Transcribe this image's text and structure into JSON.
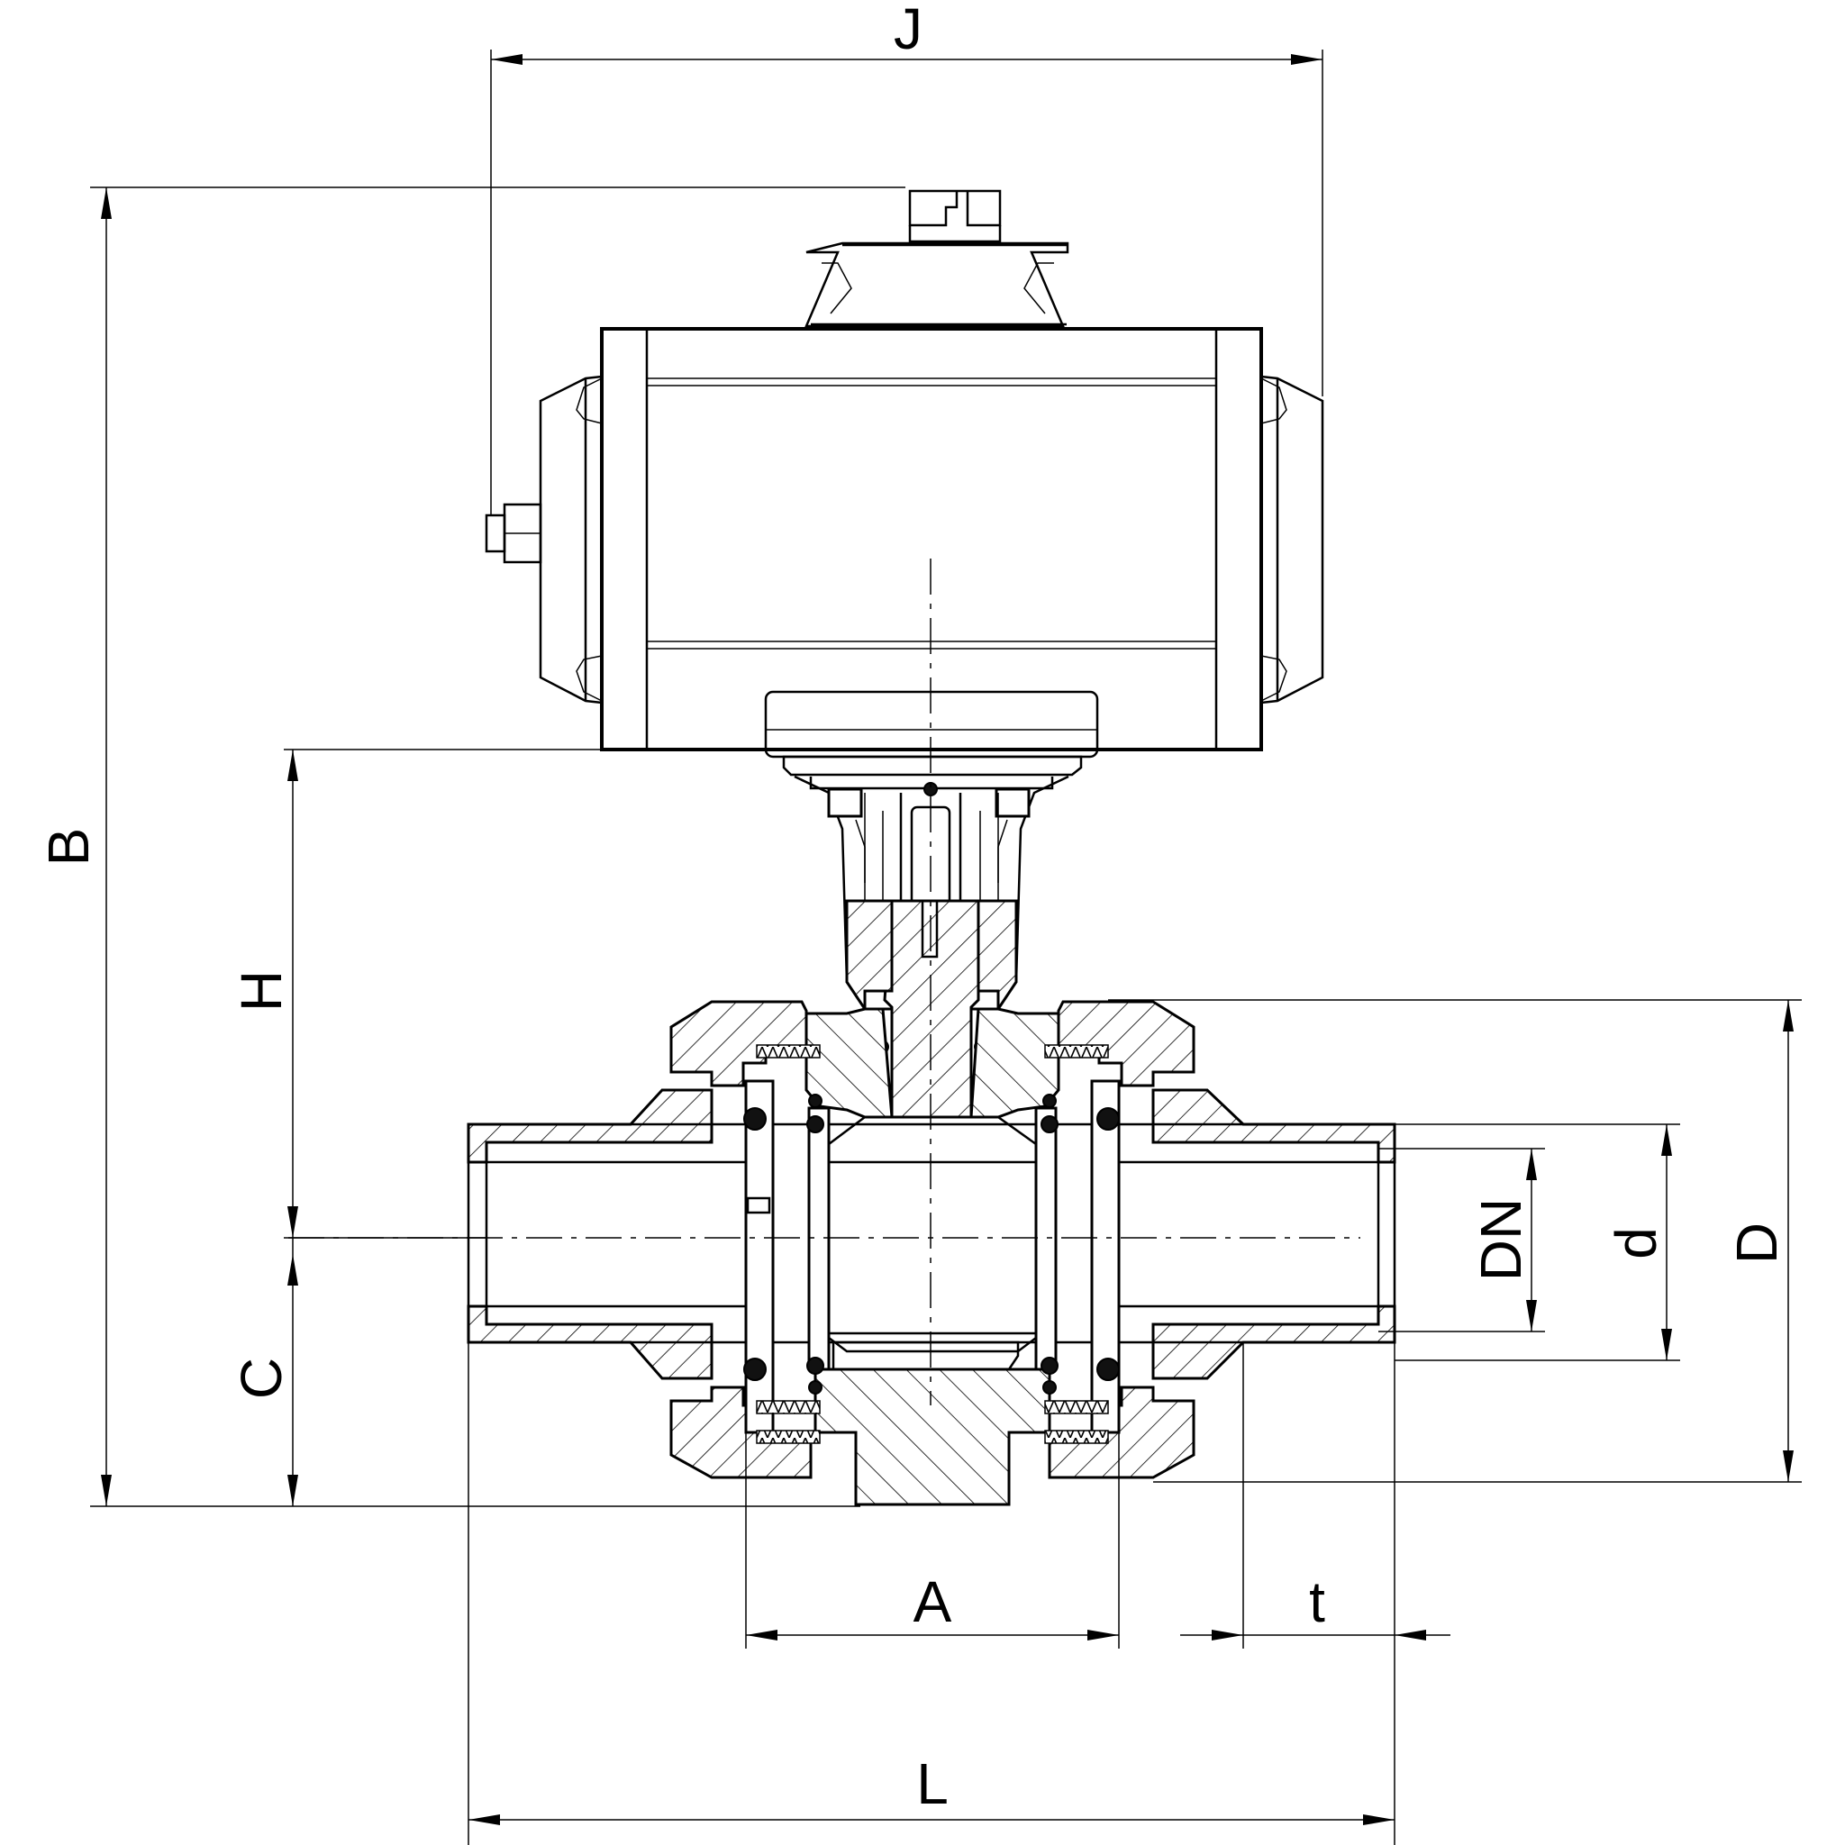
{
  "dimensions": {
    "J": "J",
    "B": "B",
    "H": "H",
    "C": "C",
    "A": "A",
    "L": "L",
    "t": "t",
    "DN": "DN",
    "d": "d",
    "D": "D"
  }
}
